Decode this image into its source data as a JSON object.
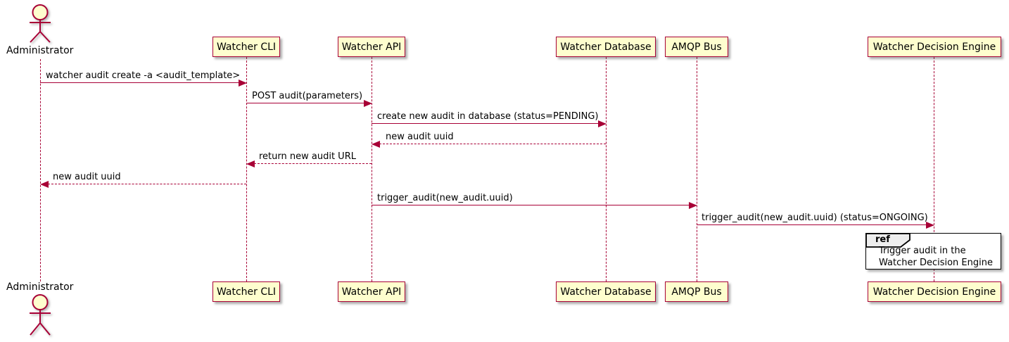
{
  "diagram": {
    "type": "sequence-diagram",
    "colors": {
      "participant_fill": "#FEFECE",
      "participant_border": "#A80036",
      "arrow": "#A80036",
      "lifeline": "#A80036",
      "text": "#000000",
      "ref_fill": "#FFFFFF",
      "ref_border": "#000000",
      "ref_tag_fill": "#EEEEEE"
    },
    "actor": {
      "name": "Administrator"
    },
    "participants": [
      {
        "name": "Watcher CLI"
      },
      {
        "name": "Watcher API"
      },
      {
        "name": "Watcher Database"
      },
      {
        "name": "AMQP Bus"
      },
      {
        "name": "Watcher Decision Engine"
      }
    ],
    "messages": [
      {
        "label": "watcher audit create -a <audit_template>",
        "from": "Administrator",
        "to": "Watcher CLI",
        "style": "solid"
      },
      {
        "label": "POST audit(parameters)",
        "from": "Watcher CLI",
        "to": "Watcher API",
        "style": "solid"
      },
      {
        "label": "create new audit in database (status=PENDING)",
        "from": "Watcher API",
        "to": "Watcher Database",
        "style": "solid"
      },
      {
        "label": "new audit uuid",
        "from": "Watcher Database",
        "to": "Watcher API",
        "style": "dashed"
      },
      {
        "label": "return new audit URL",
        "from": "Watcher API",
        "to": "Watcher CLI",
        "style": "dashed"
      },
      {
        "label": "new audit uuid",
        "from": "Watcher CLI",
        "to": "Administrator",
        "style": "dashed"
      },
      {
        "label": "trigger_audit(new_audit.uuid)",
        "from": "Watcher API",
        "to": "AMQP Bus",
        "style": "solid"
      },
      {
        "label": "trigger_audit(new_audit.uuid) (status=ONGOING)",
        "from": "AMQP Bus",
        "to": "Watcher Decision Engine",
        "style": "solid"
      }
    ],
    "ref": {
      "keyword": "ref",
      "lines": {
        "0": "Trigger audit in the",
        "1": "Watcher Decision Engine"
      }
    }
  }
}
